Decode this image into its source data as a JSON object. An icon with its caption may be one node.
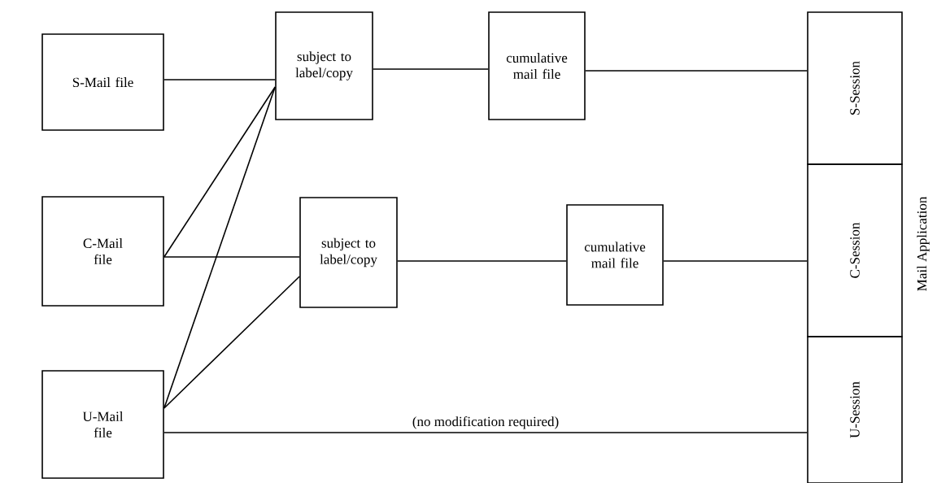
{
  "diagram": {
    "nodes": [
      {
        "text": [
          "S-Mail file"
        ]
      },
      {
        "text": [
          "subject to label/copy"
        ]
      },
      {
        "text": [
          "cumulative mail file"
        ]
      },
      {
        "text": [
          "C-Mail file"
        ]
      },
      {
        "text": [
          "subject to label/copy"
        ]
      },
      {
        "text": [
          "cumulative mail file"
        ]
      },
      {
        "text": [
          "U-Mail file"
        ]
      },
      {
        "text": [
          "S-Session"
        ]
      },
      {
        "text": [
          "C-Session"
        ]
      },
      {
        "text": [
          "U-Session"
        ]
      }
    ],
    "edges": [
      {
        "from": 0,
        "to": 1,
        "arrow": "none"
      },
      {
        "from": 1,
        "to": 2,
        "arrow": "none"
      },
      {
        "from": 2,
        "to": 7,
        "arrow": "none"
      },
      {
        "from": 3,
        "to": 1,
        "arrow": "none"
      },
      {
        "from": 3,
        "to": 4,
        "arrow": "none"
      },
      {
        "from": 6,
        "to": 1,
        "arrow": "none"
      },
      {
        "from": 6,
        "to": 4,
        "arrow": "none"
      },
      {
        "from": 4,
        "to": 5,
        "arrow": "none"
      },
      {
        "from": 5,
        "to": 8,
        "arrow": "none"
      },
      {
        "from": 6,
        "to": 9,
        "label": "(no modification required)",
        "arrow": "none"
      }
    ],
    "labels": [
      "Mail Application"
    ]
  }
}
